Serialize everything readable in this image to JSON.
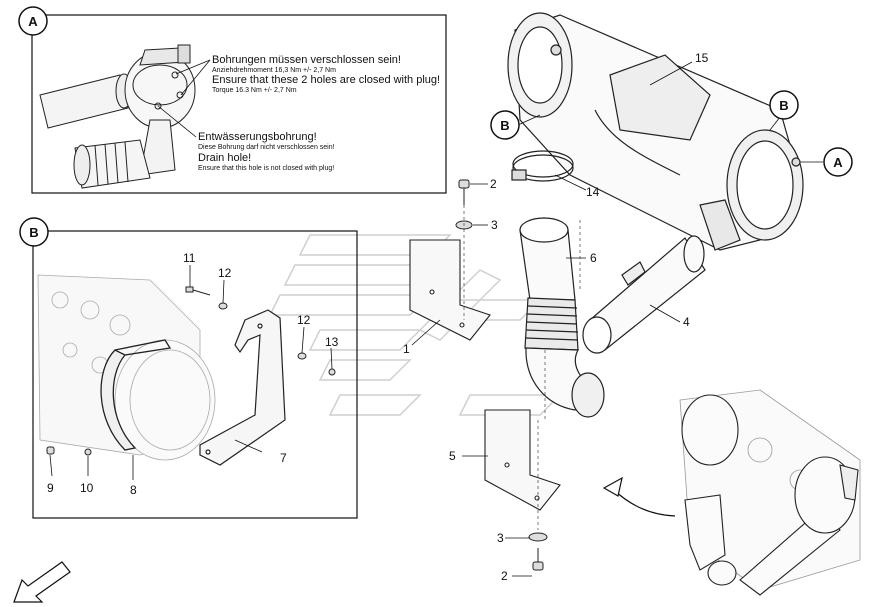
{
  "callouts": {
    "A": "A",
    "B": "B"
  },
  "note_a": {
    "line1": "Bohrungen müssen verschlossen sein!",
    "line2": "Anziehdrehmoment 16,3 Nm +/- 2,7 Nm",
    "line3": "Ensure that these 2 holes are closed with plug!",
    "line4": "Torque 16.3 Nm +/- 2,7 Nm",
    "line5": "Entwässerungsbohrung!",
    "line6": "Diese Bohrung darf nicht verschlossen sein!",
    "line7": "Drain hole!",
    "line8": "Ensure that this hole is not closed with plug!"
  },
  "parts": {
    "p1": "1",
    "p2a": "2",
    "p2b": "2",
    "p3a": "3",
    "p3b": "3",
    "p4": "4",
    "p5": "5",
    "p6": "6",
    "p7": "7",
    "p8": "8",
    "p9": "9",
    "p10": "10",
    "p11": "11",
    "p12a": "12",
    "p12b": "12",
    "p13": "13",
    "p14": "14",
    "p15": "15"
  }
}
